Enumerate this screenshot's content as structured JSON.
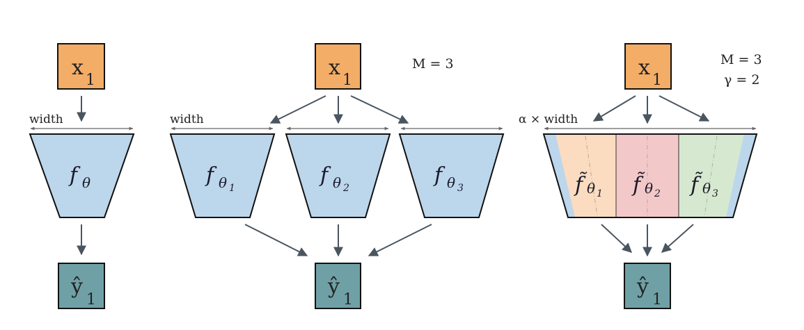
{
  "colors": {
    "input_fill": "#f3ad66",
    "output_fill": "#6fa0a6",
    "network_fill": "#bcd6ec",
    "sub1_fill": "#fbdcc0",
    "sub2_fill": "#f3c8c8",
    "sub3_fill": "#d6e8cf",
    "arrow": "#4a5560",
    "border": "#111111"
  },
  "panels": [
    {
      "name": "single-network",
      "input": {
        "main": "x",
        "sub": "1"
      },
      "width_label": "width",
      "networks": [
        {
          "f": "f",
          "sub": "θ"
        }
      ],
      "output": {
        "main": "ŷ",
        "sub": "1"
      }
    },
    {
      "name": "ensemble",
      "input": {
        "main": "x",
        "sub": "1"
      },
      "param_label": "M = 3",
      "width_label": "width",
      "networks": [
        {
          "f": "f",
          "sub": "θ",
          "subsub": "1"
        },
        {
          "f": "f",
          "sub": "θ",
          "subsub": "2"
        },
        {
          "f": "f",
          "sub": "θ",
          "subsub": "3"
        }
      ],
      "output": {
        "main": "ŷ",
        "sub": "1"
      }
    },
    {
      "name": "packed-ensemble",
      "input": {
        "main": "x",
        "sub": "1"
      },
      "param_label_1": "M = 3",
      "param_label_2": "γ = 2",
      "width_label": "α × width",
      "networks": [
        {
          "f": "f̃",
          "sub": "θ",
          "subsub": "1"
        },
        {
          "f": "f̃",
          "sub": "θ",
          "subsub": "2"
        },
        {
          "f": "f̃",
          "sub": "θ",
          "subsub": "3"
        }
      ],
      "output": {
        "main": "ŷ",
        "sub": "1"
      }
    }
  ]
}
